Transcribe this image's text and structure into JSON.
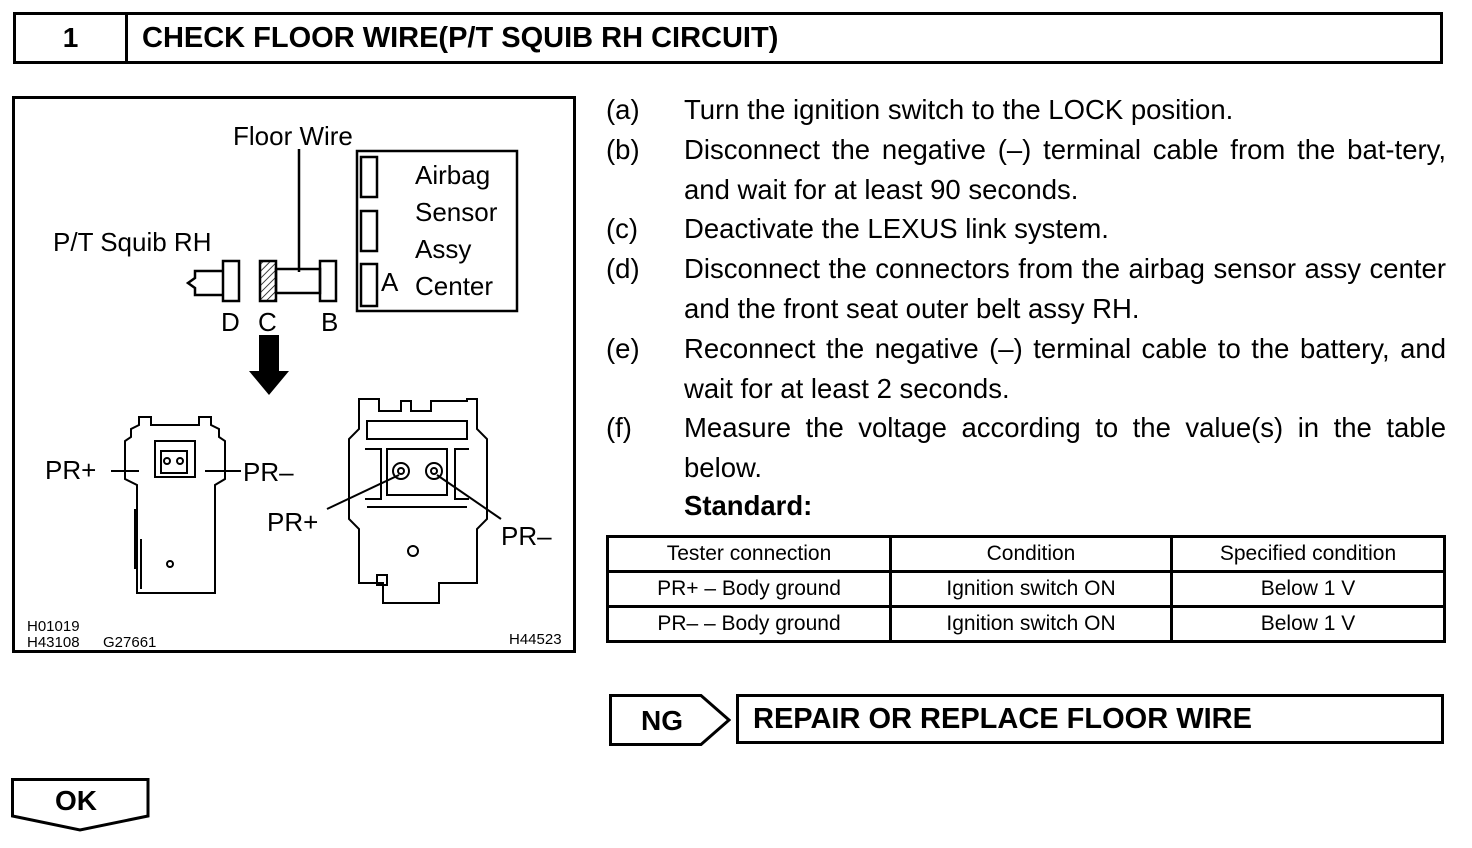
{
  "header": {
    "step_number": "1",
    "title": "CHECK FLOOR WIRE(P/T SQUIB RH CIRCUIT)"
  },
  "figure": {
    "floor_wire": "Floor Wire",
    "sensor_lines": [
      "Airbag",
      "Sensor",
      "Assy",
      "Center"
    ],
    "connector_a": "A",
    "squib_label": "P/T Squib RH",
    "connector_d": "D",
    "connector_c": "C",
    "connector_b": "B",
    "pr_plus": "PR+",
    "pr_minus": "PR–",
    "codes": [
      "H01019",
      "H43108",
      "G27661",
      "H44523"
    ]
  },
  "steps": [
    {
      "tag": "(a)",
      "text": "Turn the ignition switch to the LOCK position."
    },
    {
      "tag": "(b)",
      "text": "Disconnect the negative (–) terminal cable from the bat-tery, and wait for at least 90 seconds."
    },
    {
      "tag": "(c)",
      "text": "Deactivate the LEXUS link system."
    },
    {
      "tag": "(d)",
      "text": "Disconnect the connectors from the airbag sensor assy center and the front seat outer belt assy RH."
    },
    {
      "tag": "(e)",
      "text": "Reconnect the negative (–) terminal cable to the battery, and wait for at least 2 seconds."
    },
    {
      "tag": "(f)",
      "text": "Measure the voltage according to the value(s) in the table below."
    }
  ],
  "standard_label": "Standard:",
  "table": {
    "headers": [
      "Tester connection",
      "Condition",
      "Specified condition"
    ],
    "rows": [
      [
        "PR+ – Body ground",
        "Ignition switch ON",
        "Below 1 V"
      ],
      [
        "PR– – Body ground",
        "Ignition switch ON",
        "Below 1 V"
      ]
    ]
  },
  "ng": {
    "label": "NG",
    "action": "REPAIR OR REPLACE FLOOR WIRE"
  },
  "ok": {
    "label": "OK"
  }
}
